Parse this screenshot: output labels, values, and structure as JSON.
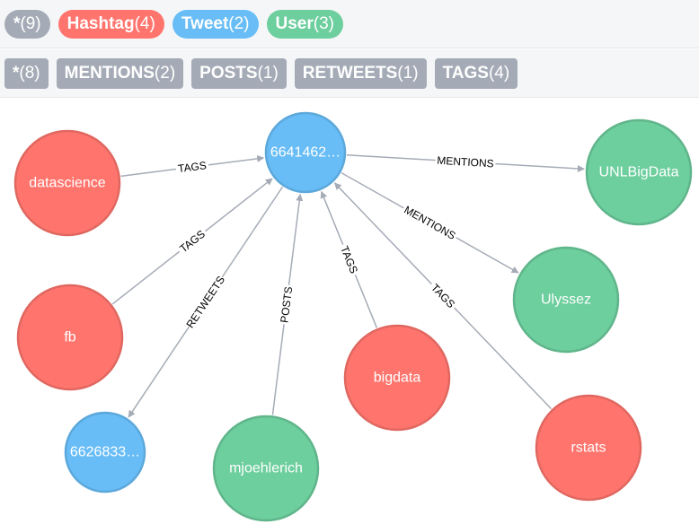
{
  "colors": {
    "gray": "#a5abb6",
    "hashtag": "#ff756e",
    "hashtag_stroke": "#e06760",
    "tweet": "#68bdf6",
    "tweet_stroke": "#5ca8db",
    "user": "#6dce9e",
    "user_stroke": "#60b58b"
  },
  "labels_bar": [
    {
      "name": "*",
      "count": "(9)",
      "color": "#a5abb6"
    },
    {
      "name": "Hashtag",
      "count": "(4)",
      "color": "#ff756e"
    },
    {
      "name": "Tweet",
      "count": "(2)",
      "color": "#68bdf6"
    },
    {
      "name": "User",
      "count": "(3)",
      "color": "#6dce9e"
    }
  ],
  "relationships_bar": [
    {
      "name": "*",
      "count": "(8)"
    },
    {
      "name": "MENTIONS",
      "count": "(2)"
    },
    {
      "name": "POSTS",
      "count": "(1)"
    },
    {
      "name": "RETWEETS",
      "count": "(1)"
    },
    {
      "name": "TAGS",
      "count": "(4)"
    }
  ],
  "nodes": [
    {
      "id": "t1",
      "label": "Tweet",
      "caption": "6641462…"
    },
    {
      "id": "t2",
      "label": "Tweet",
      "caption": "6626833…"
    },
    {
      "id": "h_datascience",
      "label": "Hashtag",
      "caption": "datascience"
    },
    {
      "id": "h_fb",
      "label": "Hashtag",
      "caption": "fb"
    },
    {
      "id": "h_bigdata",
      "label": "Hashtag",
      "caption": "bigdata"
    },
    {
      "id": "h_rstats",
      "label": "Hashtag",
      "caption": "rstats"
    },
    {
      "id": "u_unl",
      "label": "User",
      "caption": "UNLBigData"
    },
    {
      "id": "u_ulyssez",
      "label": "User",
      "caption": "Ulyssez"
    },
    {
      "id": "u_mjoehlerich",
      "label": "User",
      "caption": "mjoehlerich"
    }
  ],
  "edges": [
    {
      "from": "h_datascience",
      "to": "t1",
      "type": "TAGS"
    },
    {
      "from": "h_fb",
      "to": "t1",
      "type": "TAGS"
    },
    {
      "from": "t1",
      "to": "t2",
      "type": "RETWEETS"
    },
    {
      "from": "u_mjoehlerich",
      "to": "t1",
      "type": "POSTS"
    },
    {
      "from": "h_bigdata",
      "to": "t1",
      "type": "TAGS"
    },
    {
      "from": "h_rstats",
      "to": "t1",
      "type": "TAGS"
    },
    {
      "from": "t1",
      "to": "u_unl",
      "type": "MENTIONS"
    },
    {
      "from": "t1",
      "to": "u_ulyssez",
      "type": "MENTIONS"
    }
  ]
}
